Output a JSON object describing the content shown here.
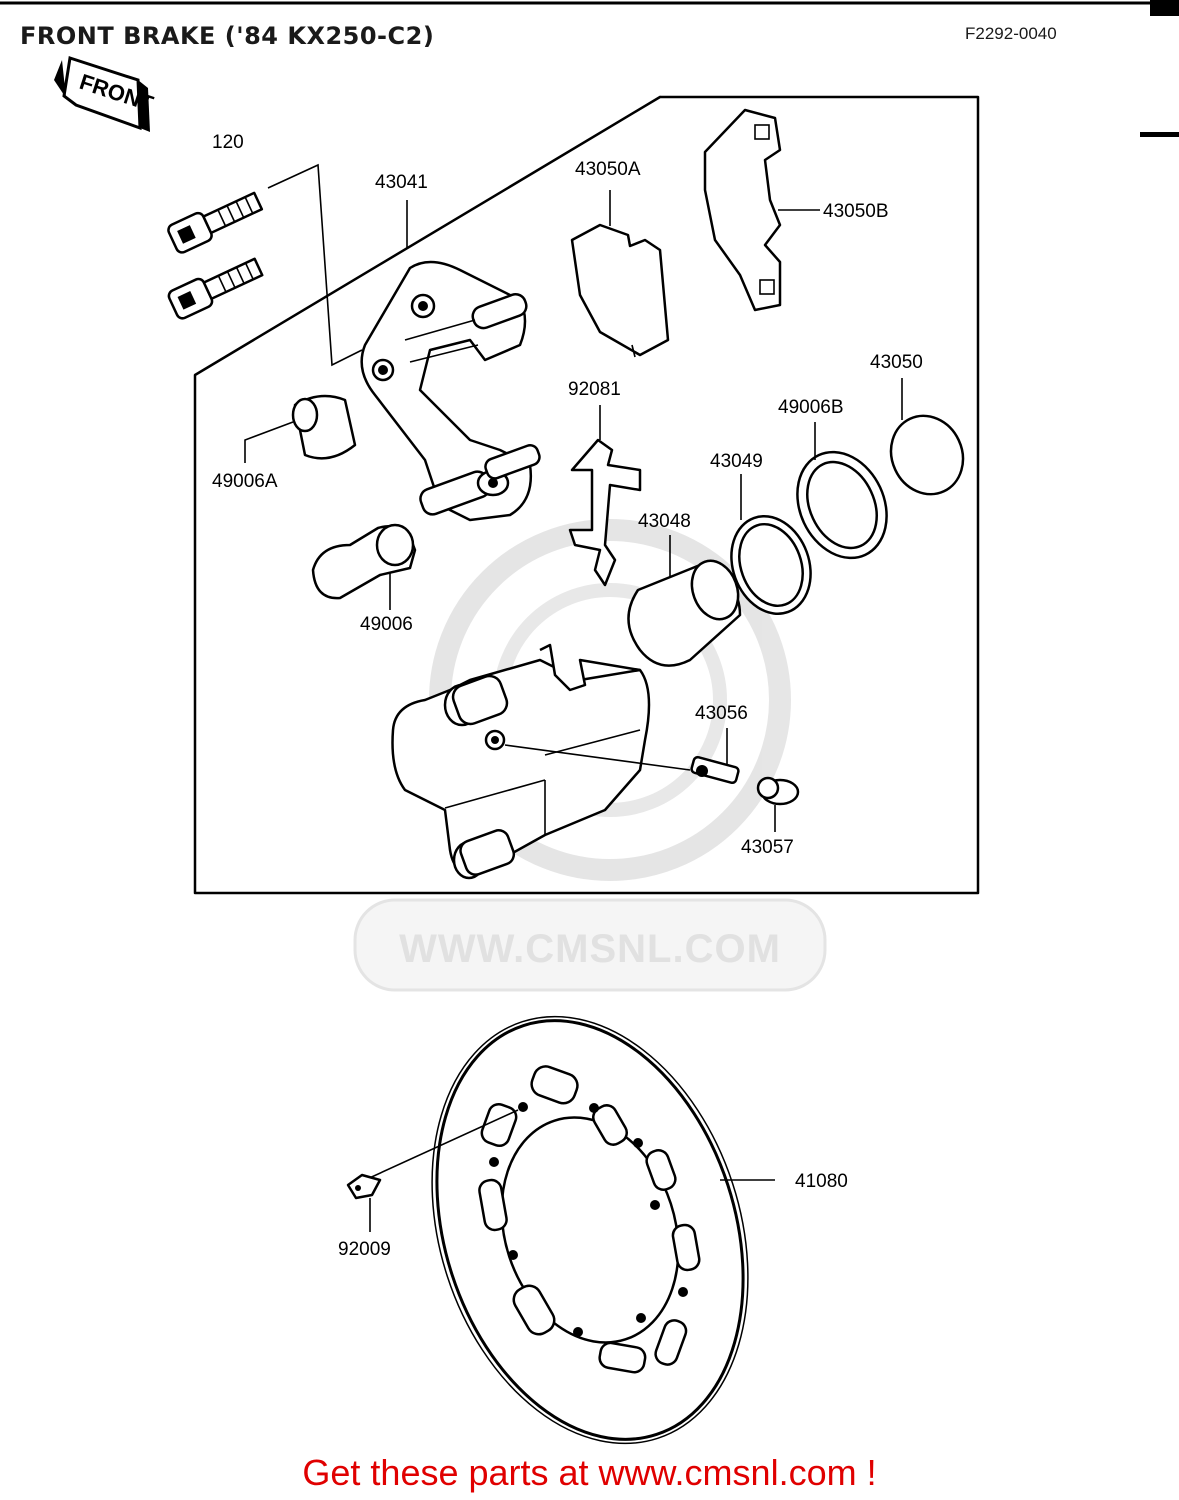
{
  "header": {
    "title": "FRONT BRAKE ('84 KX250-C2)",
    "diagram_code": "F2292-0040"
  },
  "front_tag": "FRONT",
  "watermark": "WWW.CMSNL.COM",
  "parts": {
    "p120": "120",
    "p43041": "43041",
    "p43050A": "43050A",
    "p43050B": "43050B",
    "p43050": "43050",
    "p49006B": "49006B",
    "p92081": "92081",
    "p43049": "43049",
    "p49006A": "49006A",
    "p43048": "43048",
    "p49006": "49006",
    "p43056": "43056",
    "p43057": "43057",
    "p41080": "41080",
    "p92009": "92009"
  },
  "footer": {
    "link_text": "Get these parts at www.cmsnl.com !"
  }
}
